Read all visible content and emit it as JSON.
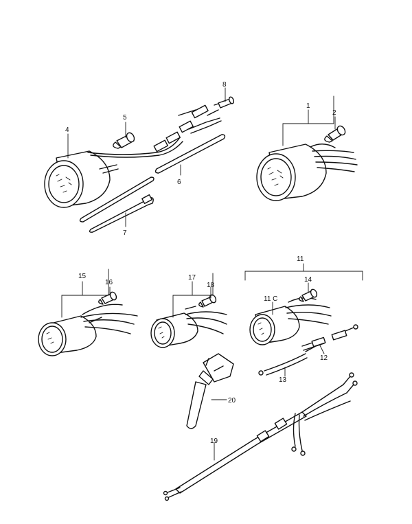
{
  "labels": {
    "p1": "1",
    "p2": "2",
    "p4": "4",
    "p5": "5",
    "p6": "6",
    "p7": "7",
    "p8": "8",
    "p11": "11",
    "p11c": "11 C",
    "p12": "12",
    "p13": "13",
    "p14": "14",
    "p15": "15",
    "p16": "16",
    "p17": "17",
    "p18": "18",
    "p19": "19",
    "p20": "20"
  }
}
